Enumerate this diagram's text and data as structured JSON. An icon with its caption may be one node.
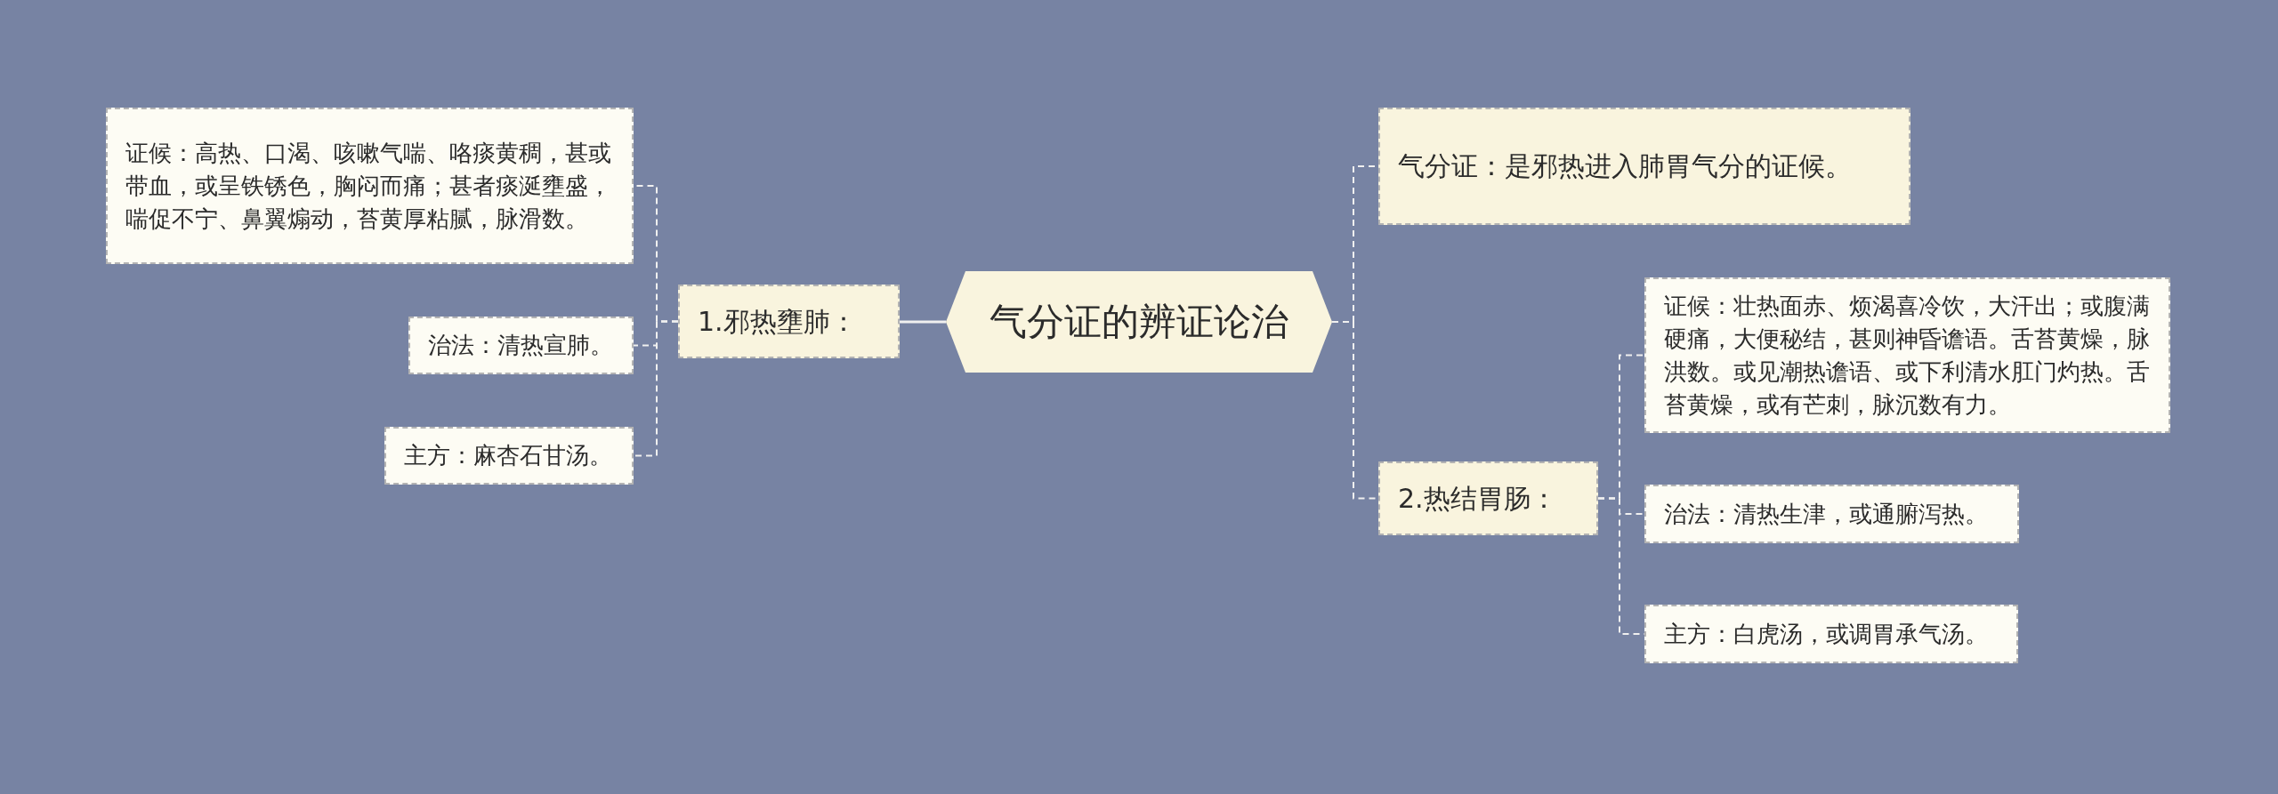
{
  "diagram": {
    "nodes": [
      {
        "text": [
          "气分证的辨证论治"
        ]
      },
      {
        "text": [
          "1.邪热壅肺："
        ]
      },
      {
        "text": [
          "证候：高热、口渴、咳嗽气喘、咯痰黄稠，甚或带血，或呈铁锈色，胸闷而痛；甚者痰涎壅盛，喘促不宁、鼻翼煽动，苔黄厚粘腻，脉滑数。"
        ]
      },
      {
        "text": [
          "治法：清热宣肺。"
        ]
      },
      {
        "text": [
          "主方：麻杏石甘汤。"
        ]
      },
      {
        "text": [
          "气分证：是邪热进入肺胃气分的证候。"
        ]
      },
      {
        "text": [
          "2.热结胃肠："
        ]
      },
      {
        "text": [
          "证候：壮热面赤、烦渴喜冷饮，大汗出；或腹满硬痛，大便秘结，甚则神昏谵语。舌苔黄燥，脉洪数。或见潮热谵语、或下利清水肛门灼热。舌苔黄燥，或有芒刺，脉沉数有力。"
        ]
      },
      {
        "text": [
          "治法：清热生津，或通腑泻热。"
        ]
      },
      {
        "text": [
          "主方：白虎汤，或调胃承气汤。"
        ]
      }
    ],
    "edges": [
      {
        "from": 0,
        "to": 1,
        "arrow": "none"
      },
      {
        "from": 1,
        "to": 2,
        "arrow": "none",
        "style": "dashed"
      },
      {
        "from": 1,
        "to": 3,
        "arrow": "none",
        "style": "dashed"
      },
      {
        "from": 1,
        "to": 4,
        "arrow": "none",
        "style": "dashed"
      },
      {
        "from": 0,
        "to": 5,
        "arrow": "none",
        "style": "dashed"
      },
      {
        "from": 0,
        "to": 6,
        "arrow": "none",
        "style": "dashed"
      },
      {
        "from": 6,
        "to": 7,
        "arrow": "none",
        "style": "dashed"
      },
      {
        "from": 6,
        "to": 8,
        "arrow": "none",
        "style": "dashed"
      },
      {
        "from": 6,
        "to": 9,
        "arrow": "none",
        "style": "dashed"
      }
    ]
  }
}
